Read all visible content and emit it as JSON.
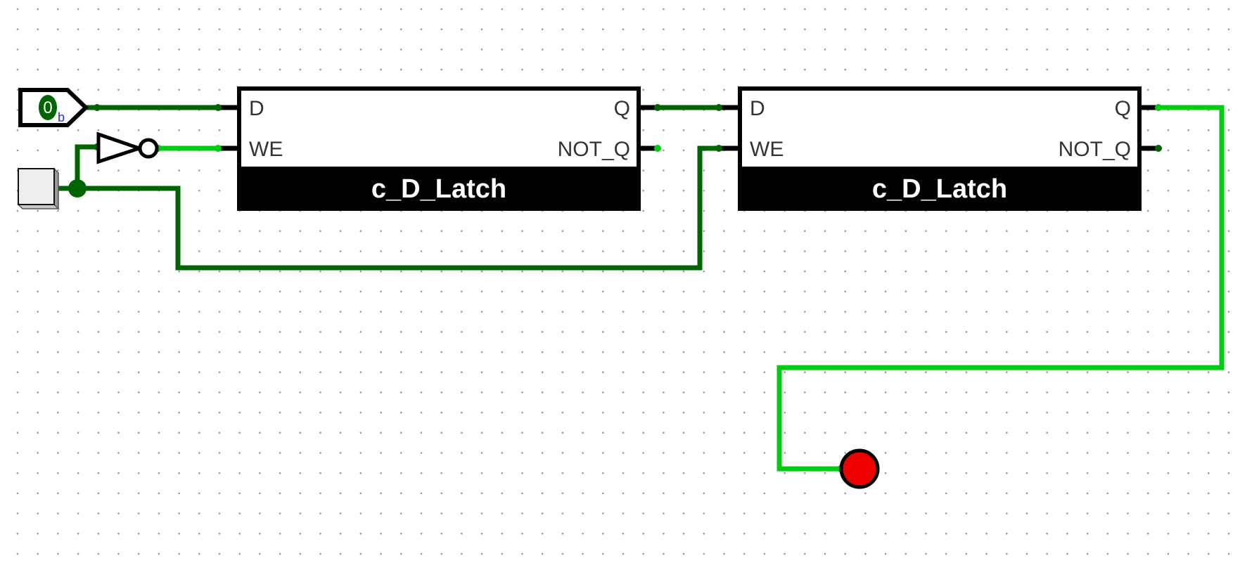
{
  "canvas": {
    "background": "#ffffff",
    "grid_dot_color": "#9a9a9a"
  },
  "colors": {
    "wire_low": "#006400",
    "wire_high": "#00cc11",
    "component_stroke": "#000000",
    "led_on": "#ee0000"
  },
  "components": {
    "input_pin": {
      "value": "0",
      "radix": "b"
    },
    "clock_button": {
      "icon": "push-button-icon"
    },
    "inverter": {
      "icon": "not-gate-icon"
    },
    "latch1": {
      "title": "c_D_Latch",
      "pin_d": "D",
      "pin_we": "WE",
      "pin_q": "Q",
      "pin_not_q": "NOT_Q"
    },
    "latch2": {
      "title": "c_D_Latch",
      "pin_d": "D",
      "pin_we": "WE",
      "pin_q": "Q",
      "pin_not_q": "NOT_Q"
    },
    "output_led": {
      "icon": "led-icon",
      "state": "on"
    }
  }
}
